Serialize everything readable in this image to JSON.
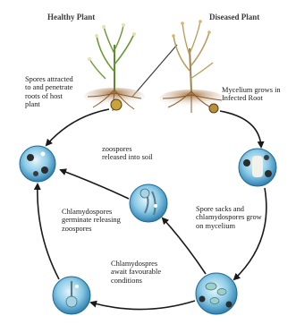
{
  "headings": {
    "healthy": "Healthy Plant",
    "diseased": "Diseased Plant"
  },
  "labels": {
    "spores_attracted": "Spores attracted to and penetrate roots of host plant",
    "mycelium_grows": "Mycelium grows in Infected Root",
    "zoospores_released": "zoospores released into soil",
    "spore_sacks": "Spore sacks and chlamydospores grow on mycelium",
    "chlamydospores_germinate": "Chlamydospores germinate releasing zoospores",
    "chlamydospres_await": "Chlamydospres await favourable conditions"
  },
  "colors": {
    "arrow": "#1a1a1a",
    "stage_blue": "#2f8fc0",
    "stage_light": "#bfe3f1",
    "plant_green": "#5e8a2e",
    "diseased_tan": "#b99a5c",
    "soil": "#8a5a2b"
  }
}
